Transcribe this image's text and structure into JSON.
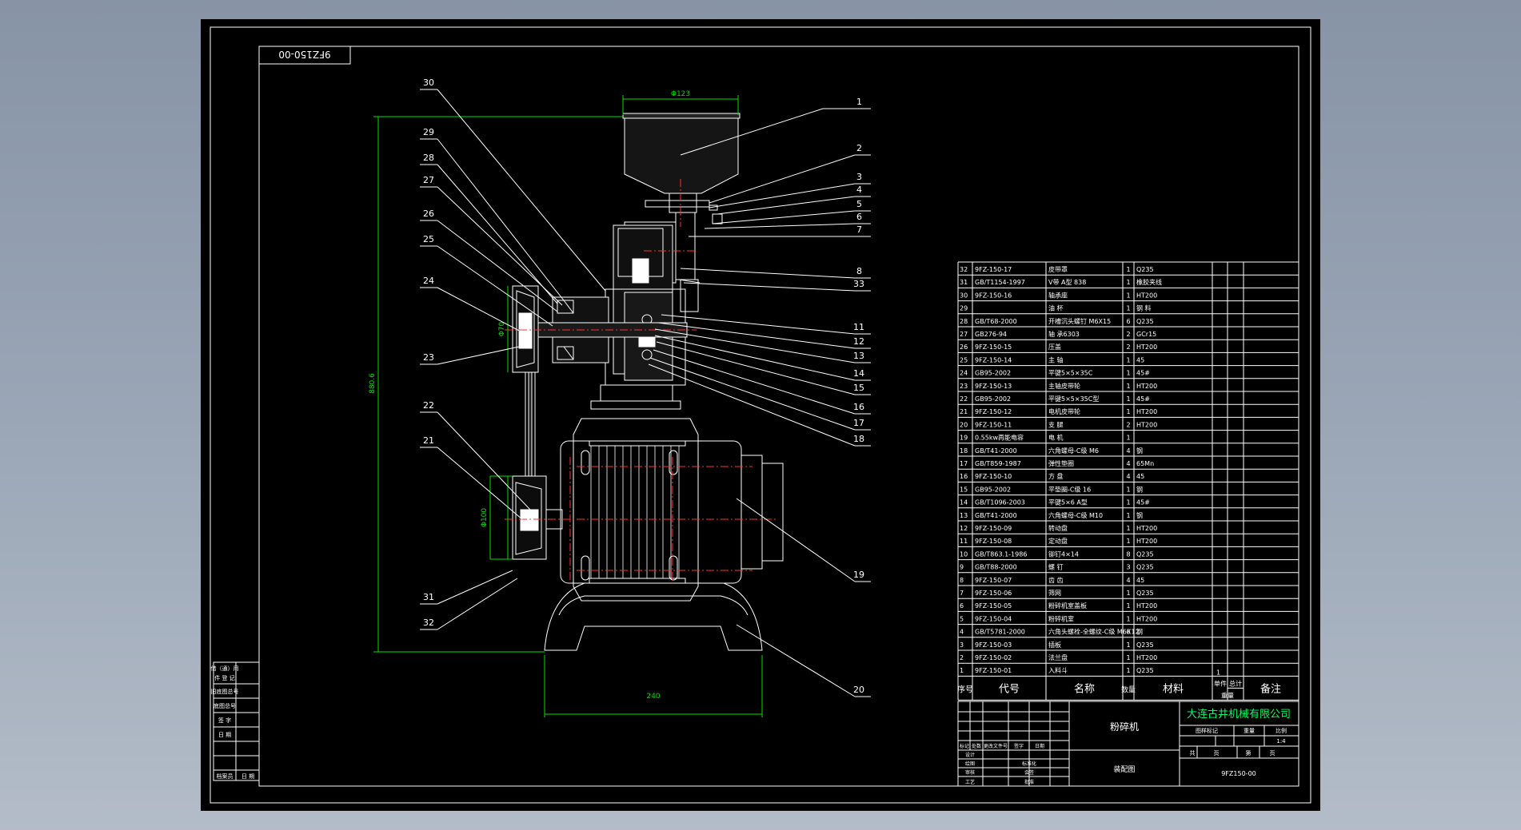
{
  "drawing": {
    "code_box": "9FZ150-00",
    "dims": {
      "top_width": "Φ123",
      "height": "880.6",
      "pulley_upper": "Φ70",
      "pulley_lower": "Φ100",
      "base_width": "240"
    },
    "balloons": [
      "1",
      "2",
      "3",
      "4",
      "5",
      "6",
      "7",
      "8",
      "33",
      "11",
      "12",
      "13",
      "14",
      "15",
      "16",
      "17",
      "18",
      "19",
      "20",
      "30",
      "29",
      "28",
      "27",
      "26",
      "25",
      "24",
      "23",
      "22",
      "21",
      "31",
      "32"
    ]
  },
  "bom": {
    "rows": [
      [
        "32",
        "9FZ-150-17",
        "皮带罩",
        "1",
        "Q235"
      ],
      [
        "31",
        "GB/T1154-1997",
        "V带 A型 838",
        "1",
        "橡胶夹线"
      ],
      [
        "30",
        "9FZ-150-16",
        "轴承座",
        "1",
        "HT200"
      ],
      [
        "29",
        "",
        "油  杯",
        "1",
        "钢  料"
      ],
      [
        "28",
        "GB/T68-2000",
        "开槽沉头螺钉 M6X15",
        "6",
        "Q235"
      ],
      [
        "27",
        "GB276-94",
        "轴  承6303",
        "2",
        "GCr15"
      ],
      [
        "26",
        "9FZ-150-15",
        "压盖",
        "2",
        "HT200"
      ],
      [
        "25",
        "9FZ-150-14",
        "主  轴",
        "1",
        "45"
      ],
      [
        "24",
        "GB95-2002",
        "平键5×5×35C",
        "1",
        "45#"
      ],
      [
        "23",
        "9FZ-150-13",
        "主轴皮带轮",
        "1",
        "HT200"
      ],
      [
        "22",
        "GB95-2002",
        "平键5×5×35C型",
        "1",
        "45#"
      ],
      [
        "21",
        "9FZ-150-12",
        "电机皮带轮",
        "1",
        "HT200"
      ],
      [
        "20",
        "9FZ-150-11",
        "支  腿",
        "2",
        "HT200"
      ],
      [
        "19",
        "0.55kw再能电容",
        "电  机",
        "1",
        ""
      ],
      [
        "18",
        "GB/T41-2000",
        "六角螺母-C级 M6",
        "4",
        "钢"
      ],
      [
        "17",
        "GB/T859-1987",
        "弹性垫圈",
        "4",
        "65Mn"
      ],
      [
        "16",
        "9FZ-150-10",
        "方  盘",
        "4",
        "45"
      ],
      [
        "15",
        "GB95-2002",
        "平垫圈-C级 16",
        "1",
        "钢"
      ],
      [
        "14",
        "GB/T1096-2003",
        "平键5×6 A型",
        "1",
        "45#"
      ],
      [
        "13",
        "GB/T41-2000",
        "六角螺母-C级 M10",
        "1",
        "钢"
      ],
      [
        "12",
        "9FZ-150-09",
        "转动盘",
        "1",
        "HT200"
      ],
      [
        "11",
        "9FZ-150-08",
        "定动盘",
        "1",
        "HT200"
      ],
      [
        "10",
        "GB/T863.1-1986",
        "铆钉4×14",
        "8",
        "Q235"
      ],
      [
        "9",
        "GB/T88-2000",
        "螺  钉",
        "3",
        "Q235"
      ],
      [
        "8",
        "9FZ-150-07",
        "齿  齿",
        "4",
        "45"
      ],
      [
        "7",
        "9FZ-150-06",
        "筛网",
        "1",
        "Q235"
      ],
      [
        "6",
        "9FZ-150-05",
        "粉碎机室盖板",
        "1",
        "HT200"
      ],
      [
        "5",
        "9FZ-150-04",
        "粉碎机室",
        "1",
        "HT200"
      ],
      [
        "4",
        "GB/T5781-2000",
        "六角头螺栓-全螺纹-C级 M6X12",
        "6",
        "钢"
      ],
      [
        "3",
        "9FZ-150-03",
        "插板",
        "1",
        "Q235"
      ],
      [
        "2",
        "9FZ-150-02",
        "法兰盘",
        "1",
        "HT200"
      ],
      [
        "1",
        "9FZ-150-01",
        "入料斗",
        "1",
        "Q235"
      ]
    ],
    "header": {
      "seq": "序号",
      "code": "代号",
      "name": "名称",
      "qty": "数量",
      "material": "材料",
      "unit_wt": "单件",
      "total_wt": "总计",
      "weight": "重量",
      "remark": "备注"
    },
    "extra_one": "1"
  },
  "title_block": {
    "product_name": "粉碎机",
    "drawing_type": "装配图",
    "company": "大连古井机械有限公司",
    "drawing_no": "9FZ150-00",
    "scale": "1:4",
    "cols": [
      "图样标记",
      "重量",
      "比例"
    ],
    "sheet_row": [
      "共",
      "页",
      "第",
      "页"
    ],
    "rev_headers": [
      "标记",
      "处数",
      "更改文件号",
      "签字",
      "日期"
    ],
    "roles": [
      "设计",
      "绘图",
      "审核",
      "工艺"
    ],
    "roles2": [
      "标准化",
      "会签",
      "批准"
    ]
  },
  "left_stamps": [
    "借（通）用",
    "件 登 记",
    "旧底图总号",
    "底图总号",
    "签  字",
    "日  期",
    "档案员",
    "日  期"
  ],
  "colors": {
    "sheet": "#000000",
    "line": "#ffffff",
    "dim": "#00ff00",
    "center": "#ff3030",
    "fill": "#1c1c1c"
  }
}
